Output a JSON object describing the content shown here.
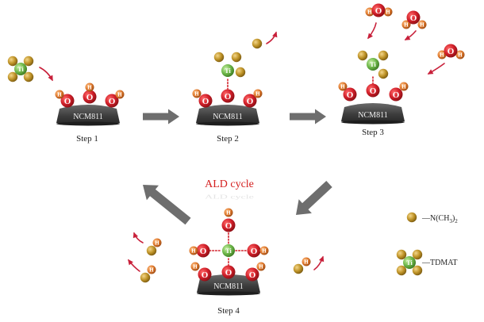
{
  "substrate_label": "NCM811",
  "atoms": {
    "oxygen": "O",
    "hydrogen": "H",
    "titanium": "Ti"
  },
  "steps": [
    {
      "id": "step1",
      "label": "Step 1"
    },
    {
      "id": "step2",
      "label": "Step 2"
    },
    {
      "id": "step3",
      "label": "Step 3"
    },
    {
      "id": "step4",
      "label": "Step 4"
    }
  ],
  "cycle_label": "ALD cycle",
  "legend": [
    {
      "id": "ligand",
      "label": "—N(CH3)2",
      "label_main": "—N(CH",
      "sub1": "3",
      "mid": ")",
      "sub2": "2"
    },
    {
      "id": "tdmat",
      "label": "—TDMAT"
    }
  ],
  "colors": {
    "oxygen": "#d2202a",
    "hydrogen": "#e07a2e",
    "titanium": "#6fb84a",
    "ligand": "#c09428",
    "substrate": "#4a4a4a",
    "process_arrow": "#6e6e6e",
    "motion_arrow": "#c8203a",
    "cycle_text": "#d42020"
  }
}
